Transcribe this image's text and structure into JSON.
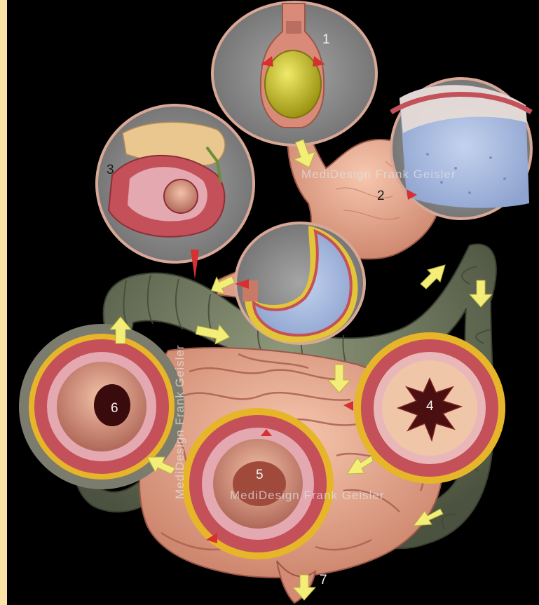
{
  "image": {
    "subject": "anatomical illustration of the digestive tract with numbered cross-section insets",
    "background_color": "#000000",
    "border_color": "#fbe3a6"
  },
  "labels": {
    "l1": "1",
    "l2": "2",
    "l3": "3",
    "l4": "4",
    "l5": "5",
    "l6": "6",
    "l7": "7"
  },
  "watermarks": {
    "stomach": "MediDesign Frank Geisler",
    "vertical": "MediDesign Frank Geisler",
    "bottom": "MediDesign Frank Geisler"
  },
  "colors": {
    "tissue_pink": "#e8a58e",
    "colon_green": "#6f7a5e",
    "arrow_yellow": "#f3ee78",
    "muscle_red": "#c4505a",
    "lumen_blue": "#a9bde0",
    "bolus_yellow": "#c9c020",
    "ring_gold": "#e6b52a"
  }
}
